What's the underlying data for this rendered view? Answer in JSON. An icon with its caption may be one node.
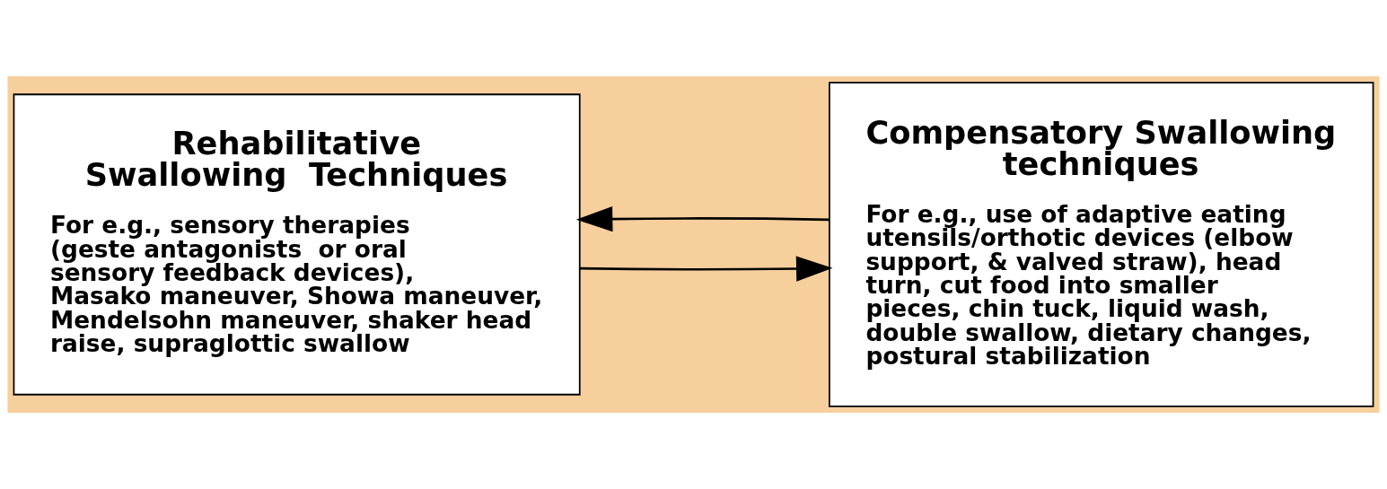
{
  "diagram": {
    "nodes": [
      {
        "text": [
          "Rehabilitative Swallowing  Techniques",
          "For e.g., sensory therapies (geste antagonists  or oral sensory feedback devices), Masako maneuver, Showa maneuver, Mendelsohn maneuver, shaker head raise, supraglottic swallow"
        ]
      },
      {
        "text": [
          "Compensatory Swallowing techniques",
          "For e.g., use of adaptive eating utensils/orthotic devices (elbow support, & valved straw), head turn, cut food into smaller pieces, chin tuck, liquid wash, double swallow, dietary changes, postural stabilization"
        ]
      }
    ],
    "edges": [
      {
        "from": 0,
        "to": 1,
        "arrow": "to"
      },
      {
        "from": 1,
        "to": 0,
        "arrow": "to"
      }
    ]
  }
}
